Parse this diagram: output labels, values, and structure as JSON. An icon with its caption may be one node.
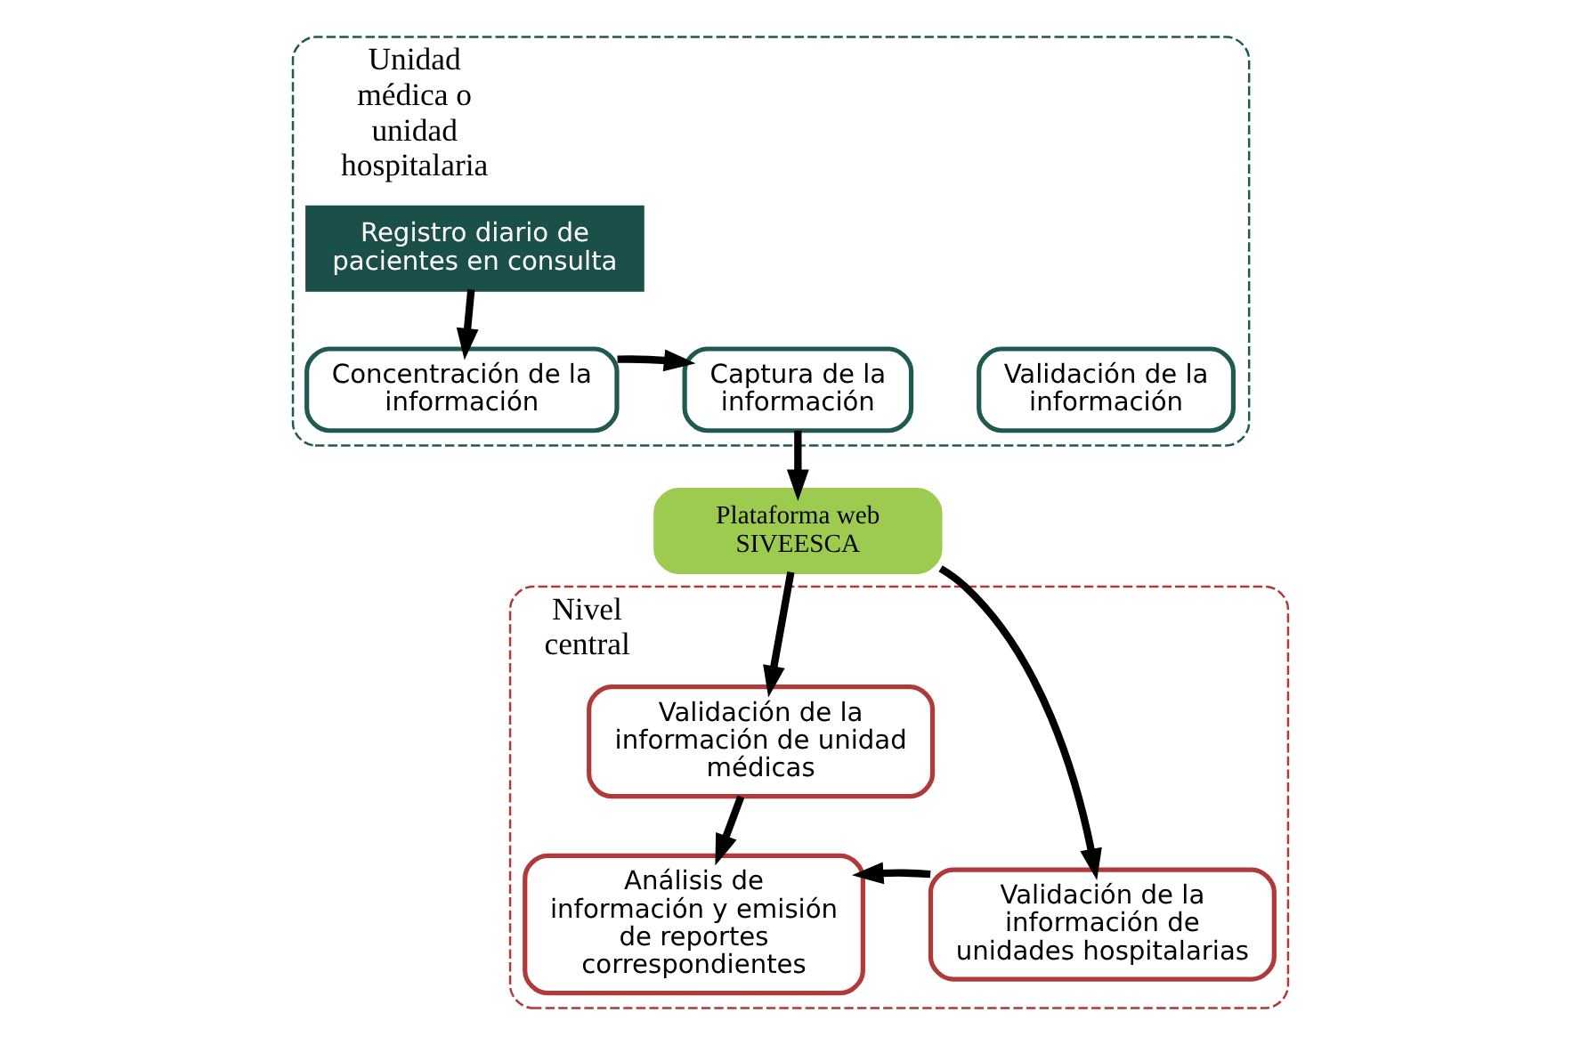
{
  "diagram": {
    "nodes": [
      {
        "text": [
          "Unidad médica o unidad hospitalaria"
        ]
      },
      {
        "text": [
          "Registro diario de pacientes en consulta"
        ],
        "in": 0
      },
      {
        "text": [
          "Concentración de la información"
        ],
        "in": 0
      },
      {
        "text": [
          "Captura de la información"
        ],
        "in": 0
      },
      {
        "text": [
          "Validación de la información"
        ],
        "in": 0
      },
      {
        "text": [
          "Plataforma web SIVEESCA"
        ]
      },
      {
        "text": [
          "Nivel central"
        ]
      },
      {
        "text": [
          "Validación de la información de unidad médicas"
        ],
        "in": 6
      },
      {
        "text": [
          "Validación de la información de unidades hospitalarias"
        ],
        "in": 6
      },
      {
        "text": [
          "Análisis de información y emisión de reportes correspondientes"
        ],
        "in": 6
      }
    ],
    "edges": [
      {
        "from": 1,
        "to": 2,
        "arrow": "to"
      },
      {
        "from": 2,
        "to": 3,
        "arrow": "to"
      },
      {
        "from": 3,
        "to": 5,
        "arrow": "to"
      },
      {
        "from": 5,
        "to": 7,
        "arrow": "to"
      },
      {
        "from": 5,
        "to": 8,
        "arrow": "to"
      },
      {
        "from": 7,
        "to": 9,
        "arrow": "to"
      },
      {
        "from": 8,
        "to": 9,
        "arrow": "to"
      }
    ]
  }
}
